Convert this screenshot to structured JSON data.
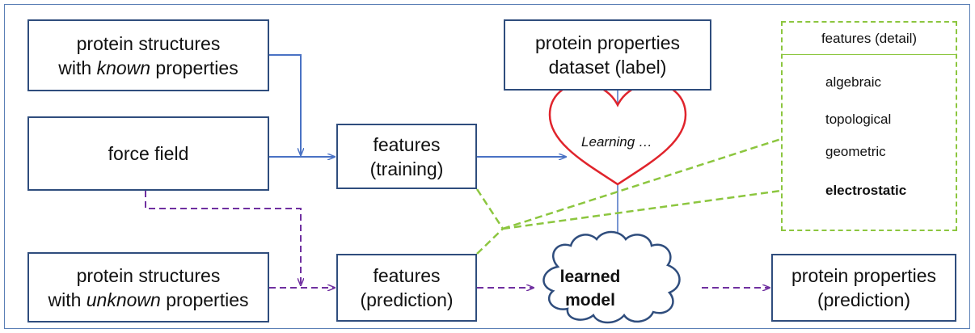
{
  "boxes": {
    "known": {
      "line1": "protein structures",
      "line2_prefix": "with ",
      "line2_em": "known",
      "line2_suffix": " properties"
    },
    "force_field": {
      "label": "force field"
    },
    "features_training": {
      "line1": "features",
      "line2": "(training)"
    },
    "dataset": {
      "line1": "protein properties",
      "line2": "dataset (label)"
    },
    "unknown": {
      "line1": "protein structures",
      "line2_prefix": "with ",
      "line2_em": "unknown",
      "line2_suffix": " properties"
    },
    "features_prediction": {
      "line1": "features",
      "line2": "(prediction)"
    },
    "properties_prediction": {
      "line1": "protein properties",
      "line2": "(prediction)"
    }
  },
  "heart": {
    "label": "Learning …"
  },
  "cloud": {
    "line1": "learned",
    "line2": "model"
  },
  "detail": {
    "title": "features (detail)",
    "items": [
      "algebraic",
      "topological",
      "geometric",
      "electrostatic"
    ],
    "bold_item": "electrostatic"
  },
  "colors": {
    "box_border": "#2f4d7d",
    "arrow_blue": "#4a72c4",
    "arrow_purple": "#7030a0",
    "dash_green": "#8cc63f",
    "heart_red": "#e0242c"
  }
}
